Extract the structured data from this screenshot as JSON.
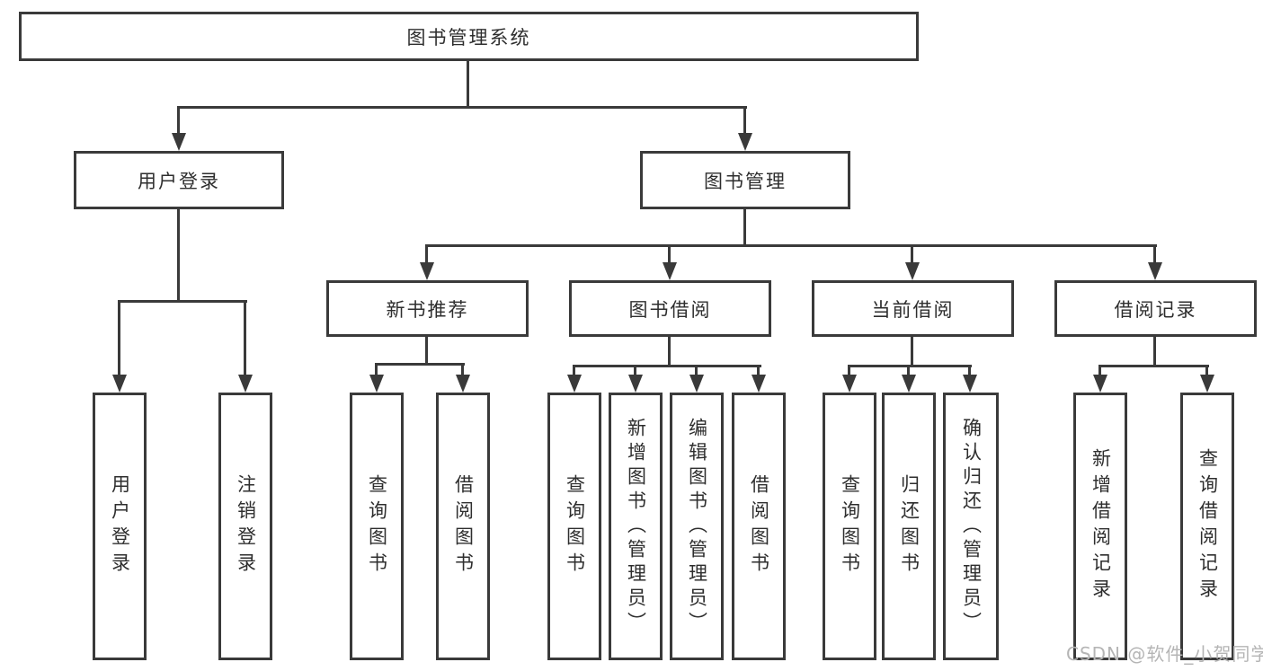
{
  "diagram": {
    "root": {
      "label": "图书管理系统"
    },
    "level2": [
      {
        "label": "用户登录"
      },
      {
        "label": "图书管理"
      }
    ],
    "level3": [
      {
        "label": "新书推荐"
      },
      {
        "label": "图书借阅"
      },
      {
        "label": "当前借阅"
      },
      {
        "label": "借阅记录"
      }
    ],
    "leaves": {
      "user_login": [
        "用户登录",
        "注销登录"
      ],
      "new_book_recommend": [
        "查询图书",
        "借阅图书"
      ],
      "book_borrow": [
        "查询图书",
        "新增图书（管理员）",
        "编辑图书（管理员）",
        "借阅图书"
      ],
      "current_borrow": [
        "查询图书",
        "归还图书",
        "确认归还（管理员）"
      ],
      "borrow_records": [
        "新增借阅记录",
        "查询借阅记录"
      ]
    }
  },
  "watermark": {
    "text": "CSDN @软件_小贺同学"
  },
  "colors": {
    "line": "#3a3a3a",
    "text": "#2e2e2e",
    "watermark": "#b5b5b5",
    "background": "#ffffff"
  }
}
